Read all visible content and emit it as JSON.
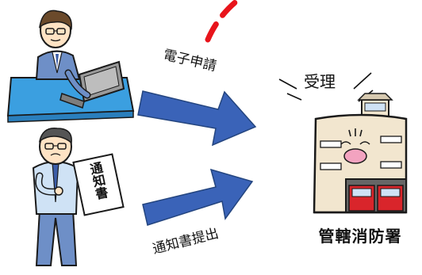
{
  "labels": {
    "electronic_application": "電子申請",
    "notice_submission": "通知書提出",
    "reception": "受理",
    "fire_department": "管轄消防署",
    "document_text": "通知書"
  },
  "colors": {
    "arrow": "#3a63b8",
    "dash_red": "#e8141b",
    "building": "#f2e6cf",
    "fire_truck": "#d9252b"
  }
}
